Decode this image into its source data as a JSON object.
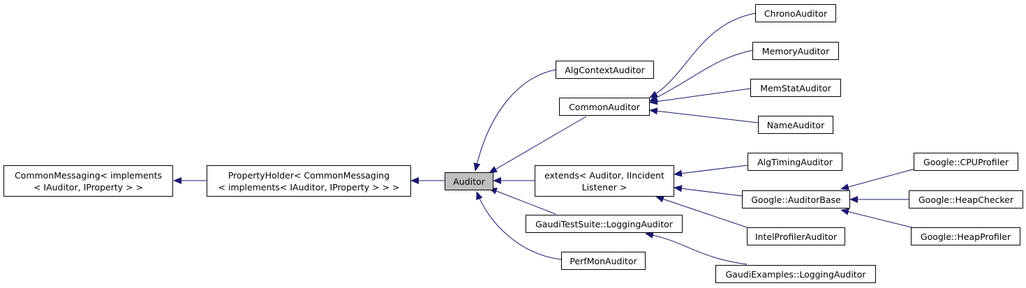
{
  "diagram": {
    "edge_color": "#191970",
    "current_fill": "#bfbfbf",
    "nodes": {
      "common_messaging": {
        "lines": [
          "CommonMessaging< implements",
          "< IAuditor, IProperty > >"
        ]
      },
      "property_holder": {
        "lines": [
          "PropertyHolder< CommonMessaging",
          "< implements< IAuditor, IProperty > > >"
        ]
      },
      "auditor": {
        "lines": [
          "Auditor"
        ]
      },
      "alg_context_auditor": {
        "lines": [
          "AlgContextAuditor"
        ]
      },
      "common_auditor": {
        "lines": [
          "CommonAuditor"
        ]
      },
      "extends_auditor": {
        "lines": [
          "extends< Auditor, IIncident",
          "Listener >"
        ]
      },
      "gaudi_test_suite_logging_auditor": {
        "lines": [
          "GaudiTestSuite::LoggingAuditor"
        ]
      },
      "perf_mon_auditor": {
        "lines": [
          "PerfMonAuditor"
        ]
      },
      "chrono_auditor": {
        "lines": [
          "ChronoAuditor"
        ]
      },
      "memory_auditor": {
        "lines": [
          "MemoryAuditor"
        ]
      },
      "mem_stat_auditor": {
        "lines": [
          "MemStatAuditor"
        ]
      },
      "name_auditor": {
        "lines": [
          "NameAuditor"
        ]
      },
      "alg_timing_auditor": {
        "lines": [
          "AlgTimingAuditor"
        ]
      },
      "google_auditor_base": {
        "lines": [
          "Google::AuditorBase"
        ]
      },
      "intel_profiler_auditor": {
        "lines": [
          "IntelProfilerAuditor"
        ]
      },
      "gaudi_examples_logging_auditor": {
        "lines": [
          "GaudiExamples::LoggingAuditor"
        ]
      },
      "google_cpu_profiler": {
        "lines": [
          "Google::CPUProfiler"
        ]
      },
      "google_heap_checker": {
        "lines": [
          "Google::HeapChecker"
        ]
      },
      "google_heap_profiler": {
        "lines": [
          "Google::HeapProfiler"
        ]
      }
    }
  }
}
